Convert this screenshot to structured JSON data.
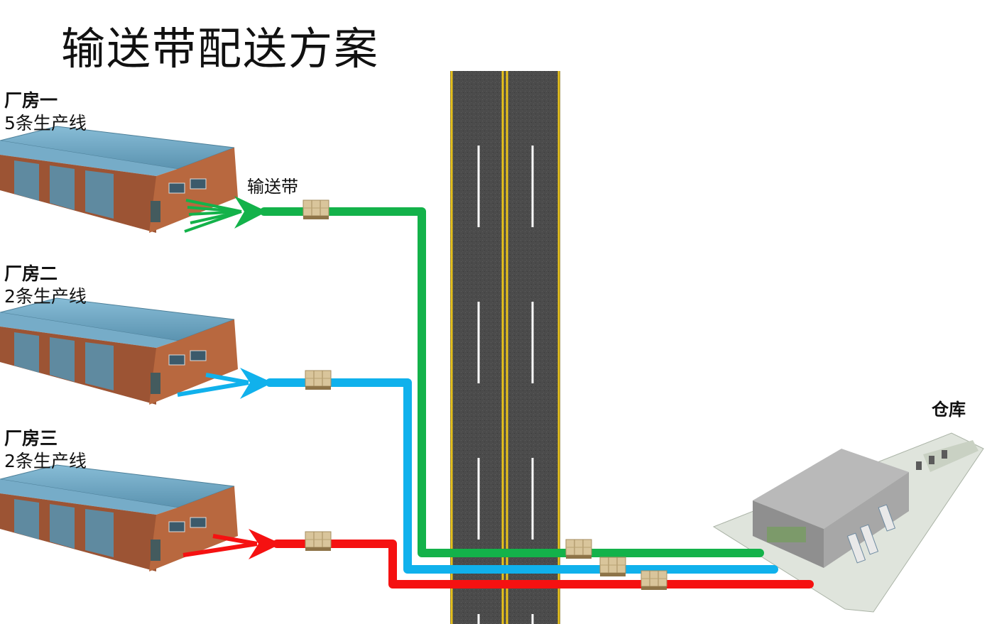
{
  "title": "输送带配送方案",
  "factories": [
    {
      "name": "厂房一",
      "lines": "5条生产线"
    },
    {
      "name": "厂房二",
      "lines": "2条生产线"
    },
    {
      "name": "厂房三",
      "lines": "2条生产线"
    }
  ],
  "conveyor_label": "输送带",
  "warehouse_label": "仓库",
  "colors": {
    "factory_one_conveyor": "#13b24a",
    "factory_two_conveyor": "#10b1ec",
    "factory_three_conveyor": "#f51111",
    "road": "#4a4a4a",
    "road_edge_line": "#e8c21a",
    "roof": "#6fa6c2",
    "brick": "#b0603c"
  },
  "icons": [
    "factory-building",
    "pallet-box",
    "warehouse-building",
    "road"
  ]
}
